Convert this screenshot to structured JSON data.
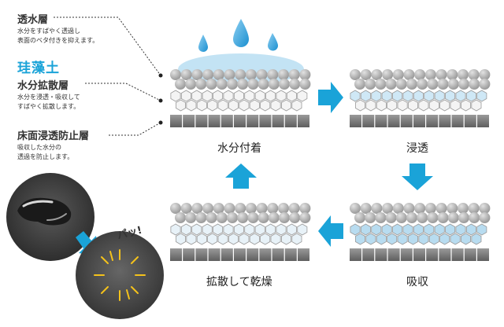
{
  "legend": {
    "top_layer_title": "透水層",
    "top_layer_desc_1": "水分をすばやく透過し",
    "top_layer_desc_2": "表面のベタ付きを抑えます。",
    "brand": "珪藻土",
    "mid_layer_title": "水分拡散層",
    "mid_layer_desc_1": "水分を浸透・吸収して",
    "mid_layer_desc_2": "すばやく拡散します。",
    "bottom_layer_title": "床面浸透防止層",
    "bottom_layer_desc_1": "吸収した水分の",
    "bottom_layer_desc_2": "透過を防止します。"
  },
  "steps": {
    "step1": "水分付着",
    "step2": "浸透",
    "step3": "吸収",
    "step4": "拡散して乾燥"
  },
  "inset": {
    "burst_text": "パッ!"
  },
  "colors": {
    "accent_blue": "#1aa3d8",
    "sphere_gray": "#b0b0b0",
    "plate_gray": "#7d7d7d",
    "water_blue": "#9fd2ec",
    "burst_yellow": "#f4c21b"
  }
}
